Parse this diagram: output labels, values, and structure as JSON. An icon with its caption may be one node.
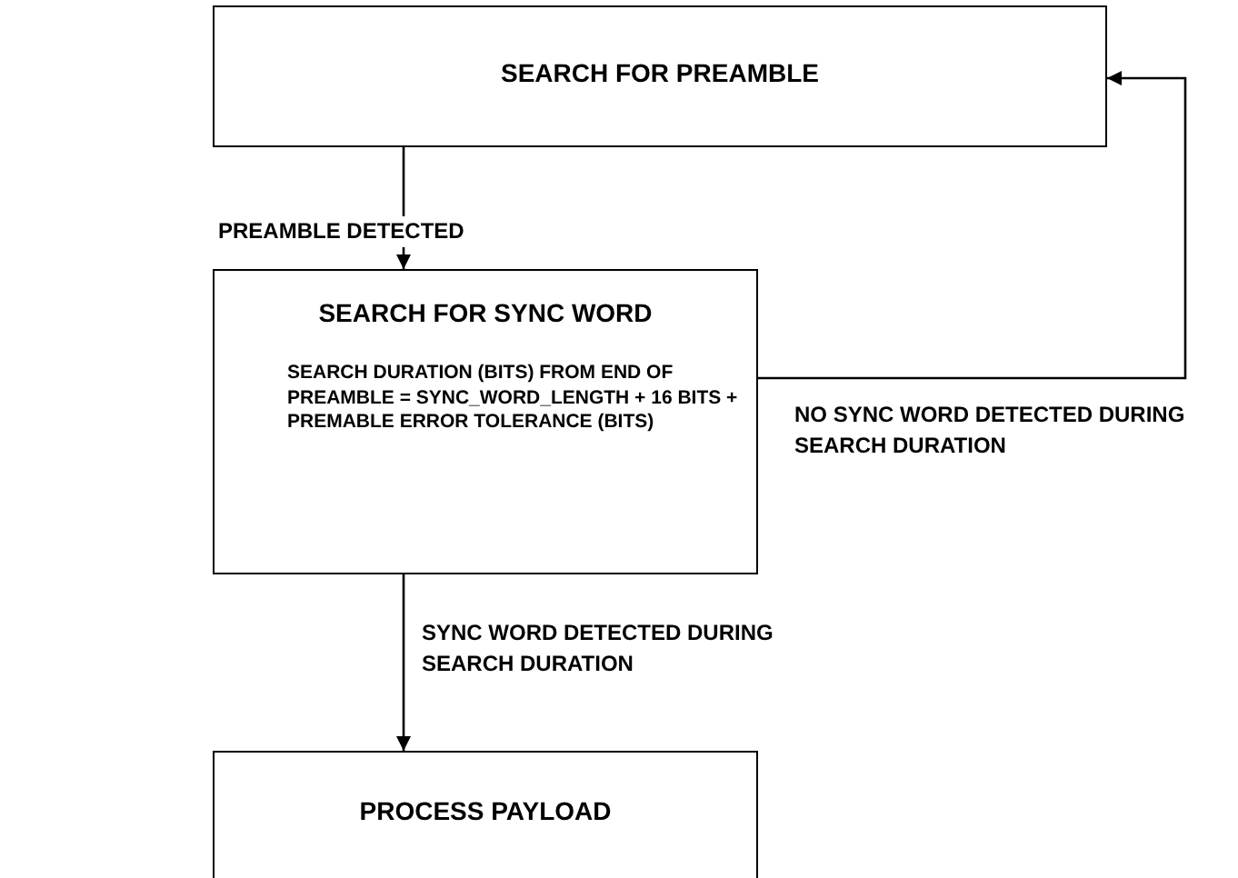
{
  "diagram": {
    "nodes": [
      {
        "text": [
          "SEARCH FOR PREAMBLE"
        ]
      },
      {
        "text": [
          "SEARCH FOR SYNC WORD",
          "SEARCH DURATION (BITS) FROM END OF PREAMBLE = SYNC_WORD_LENGTH + 16 BITS + PREMABLE ERROR TOLERANCE (BITS)"
        ]
      },
      {
        "text": [
          "PROCESS PAYLOAD"
        ]
      }
    ],
    "edges": [
      {
        "from": 0,
        "to": 1,
        "arrow": "to",
        "label": "PREAMBLE DETECTED"
      },
      {
        "from": 1,
        "to": 0,
        "arrow": "to",
        "label": "NO SYNC WORD DETECTED DURING SEARCH DURATION"
      },
      {
        "from": 1,
        "to": 2,
        "arrow": "to",
        "label": "SYNC WORD DETECTED DURING SEARCH DURATION"
      }
    ]
  }
}
